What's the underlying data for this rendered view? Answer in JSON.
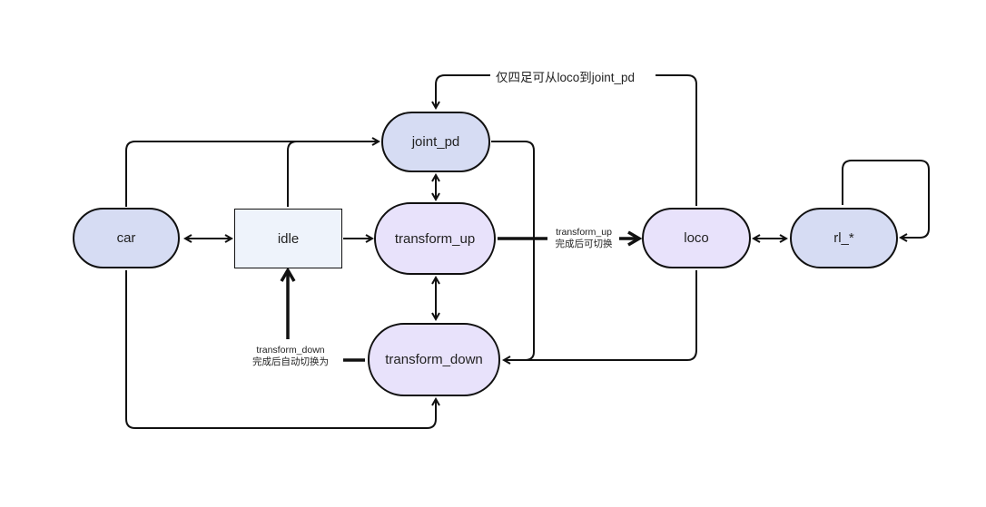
{
  "nodes": {
    "car": "car",
    "idle": "idle",
    "joint_pd": "joint_pd",
    "transform_up": "transform_up",
    "transform_down": "transform_down",
    "loco": "loco",
    "rl": "rl_*"
  },
  "labels": {
    "loco_to_jointpd": "仅四足可从loco到joint_pd",
    "up_switch_line1": "transform_up",
    "up_switch_line2": "完成后可切换",
    "down_switch_line1": "transform_down",
    "down_switch_line2": "完成后自动切换为"
  },
  "colors": {
    "node_blue": "#d6dcf3",
    "node_purple": "#e8e2fb",
    "idle_fill": "#eef3fb",
    "stroke": "#111111"
  }
}
